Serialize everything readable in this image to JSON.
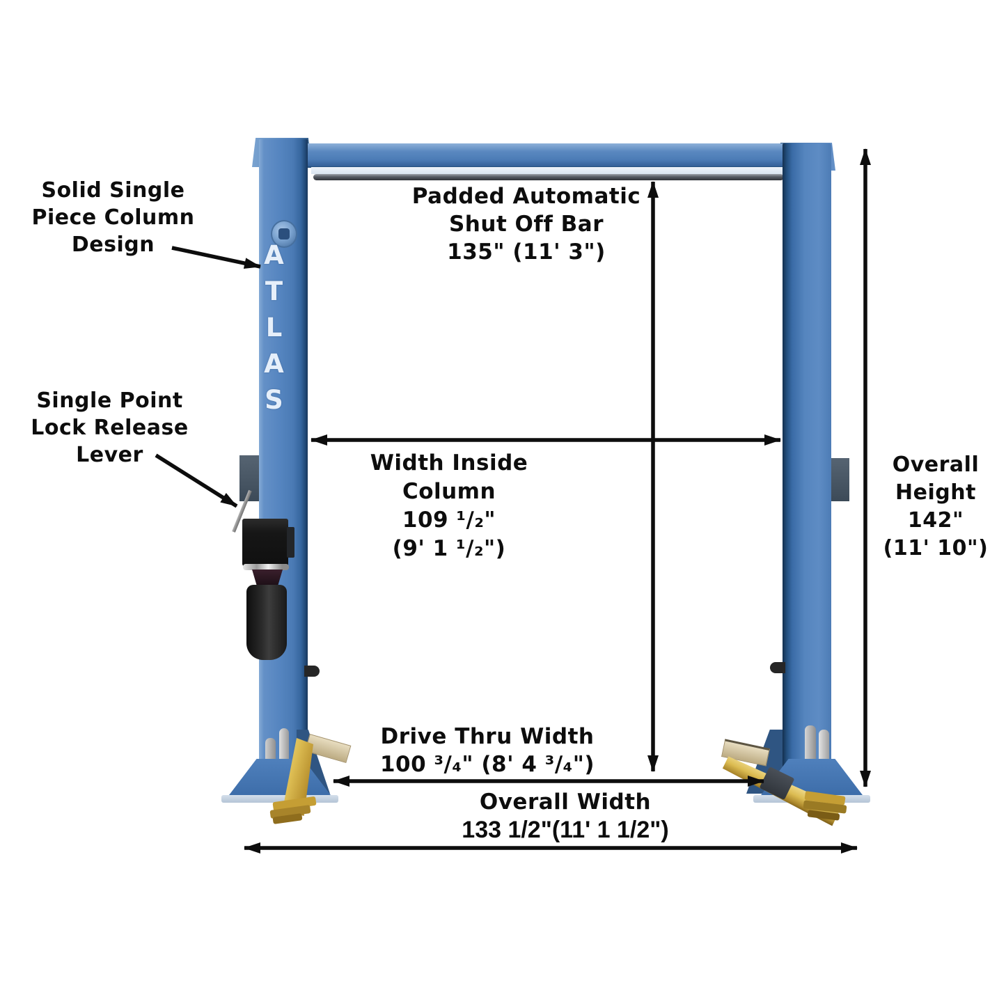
{
  "brand": "ATLAS",
  "callouts": {
    "solid_column": [
      "Solid Single",
      "Piece Column",
      "Design"
    ],
    "lock_release": [
      "Single Point",
      "Lock Release",
      "Lever"
    ]
  },
  "dimensions": {
    "shut_off_bar": [
      "Padded Automatic",
      "Shut Off Bar",
      "135\" (11' 3\")"
    ],
    "width_inside_column": [
      "Width Inside",
      "Column",
      "109 ¹/₂\"",
      "(9' 1 ¹/₂\")"
    ],
    "overall_height": [
      "Overall",
      "Height",
      "142\"",
      "(11' 10\")"
    ],
    "drive_thru_width": [
      "Drive Thru Width",
      "100 ³/₄\" (8' 4 ³/₄\")"
    ],
    "overall_width": [
      "Overall Width",
      "133 1/2\"(11' 1 1/2\")"
    ]
  },
  "colors": {
    "column_blue": "#4f80bc",
    "column_blue_dark": "#18365a",
    "arm_yellow": "#d9b94f",
    "annotation_black": "#0d0d0d",
    "brand_text": "#e6effa"
  }
}
